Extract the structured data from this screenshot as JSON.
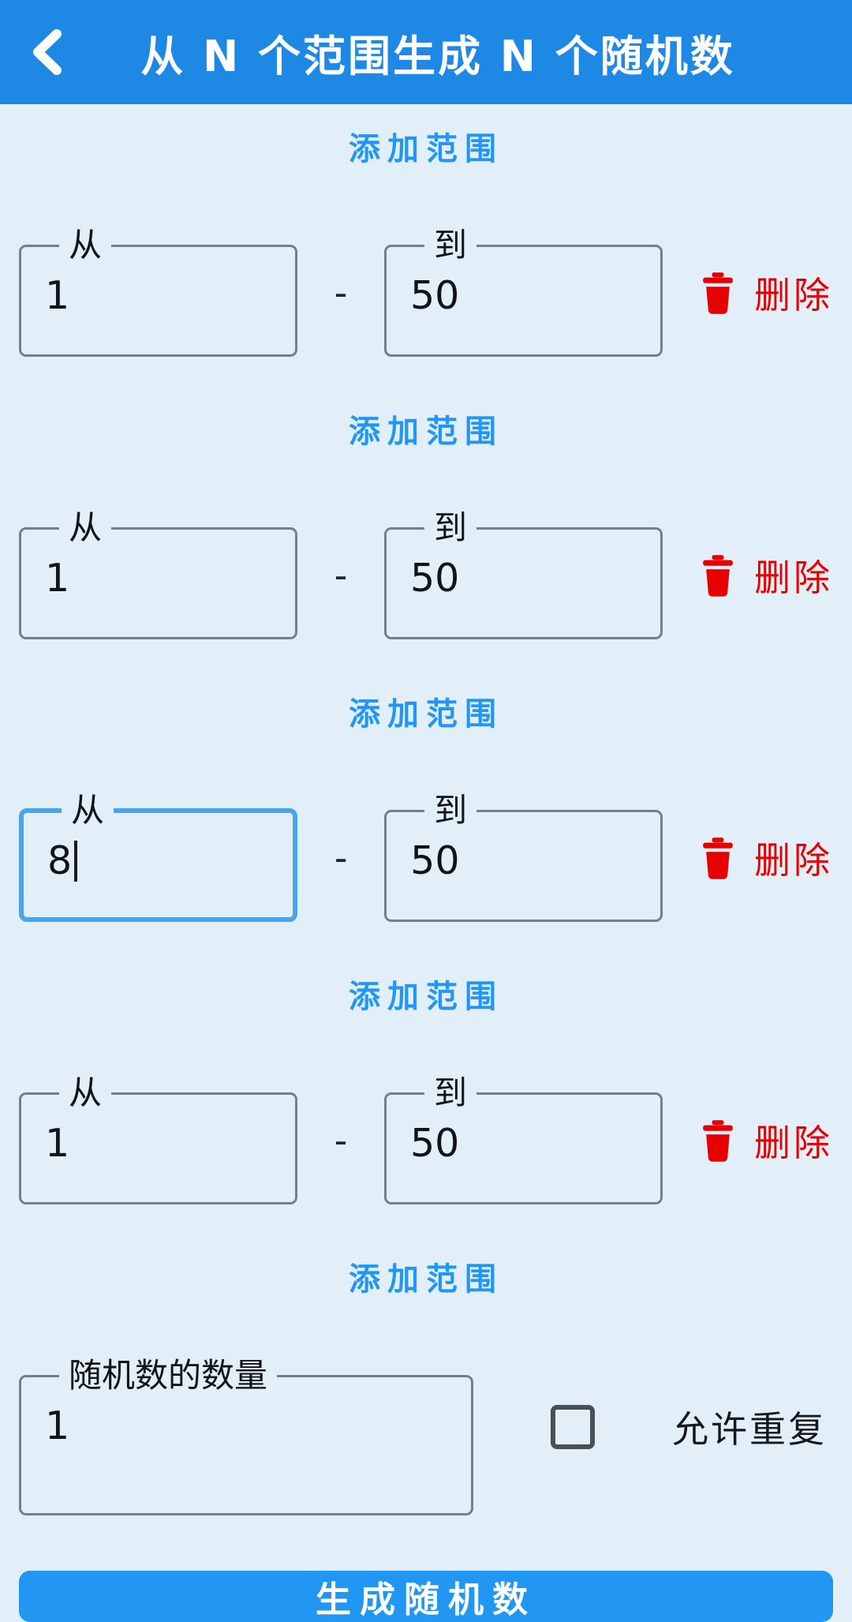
{
  "header": {
    "title": "从 N 个范围生成 N 个随机数",
    "back_icon": "back-chevron"
  },
  "labels": {
    "add_range": "添加范围",
    "from": "从",
    "to": "到",
    "separator": "-",
    "delete": "删除",
    "count": "随机数的数量",
    "allow_repeat": "允许重复",
    "generate": "生成随机数"
  },
  "ranges": [
    {
      "from_value": "1",
      "to_value": "50",
      "focused": false
    },
    {
      "from_value": "1",
      "to_value": "50",
      "focused": false
    },
    {
      "from_value": "8",
      "to_value": "50",
      "focused": true
    },
    {
      "from_value": "1",
      "to_value": "50",
      "focused": false
    }
  ],
  "count_value": "1",
  "allow_repeat_checked": false,
  "colors": {
    "header_bg": "#1E88E5",
    "page_bg": "#E2EFF9",
    "accent_blue": "#2196F3",
    "delete_red": "#E60000",
    "focus_border": "#4AA3EC",
    "field_border": "#70808E",
    "button_bg": "#2196F3"
  }
}
